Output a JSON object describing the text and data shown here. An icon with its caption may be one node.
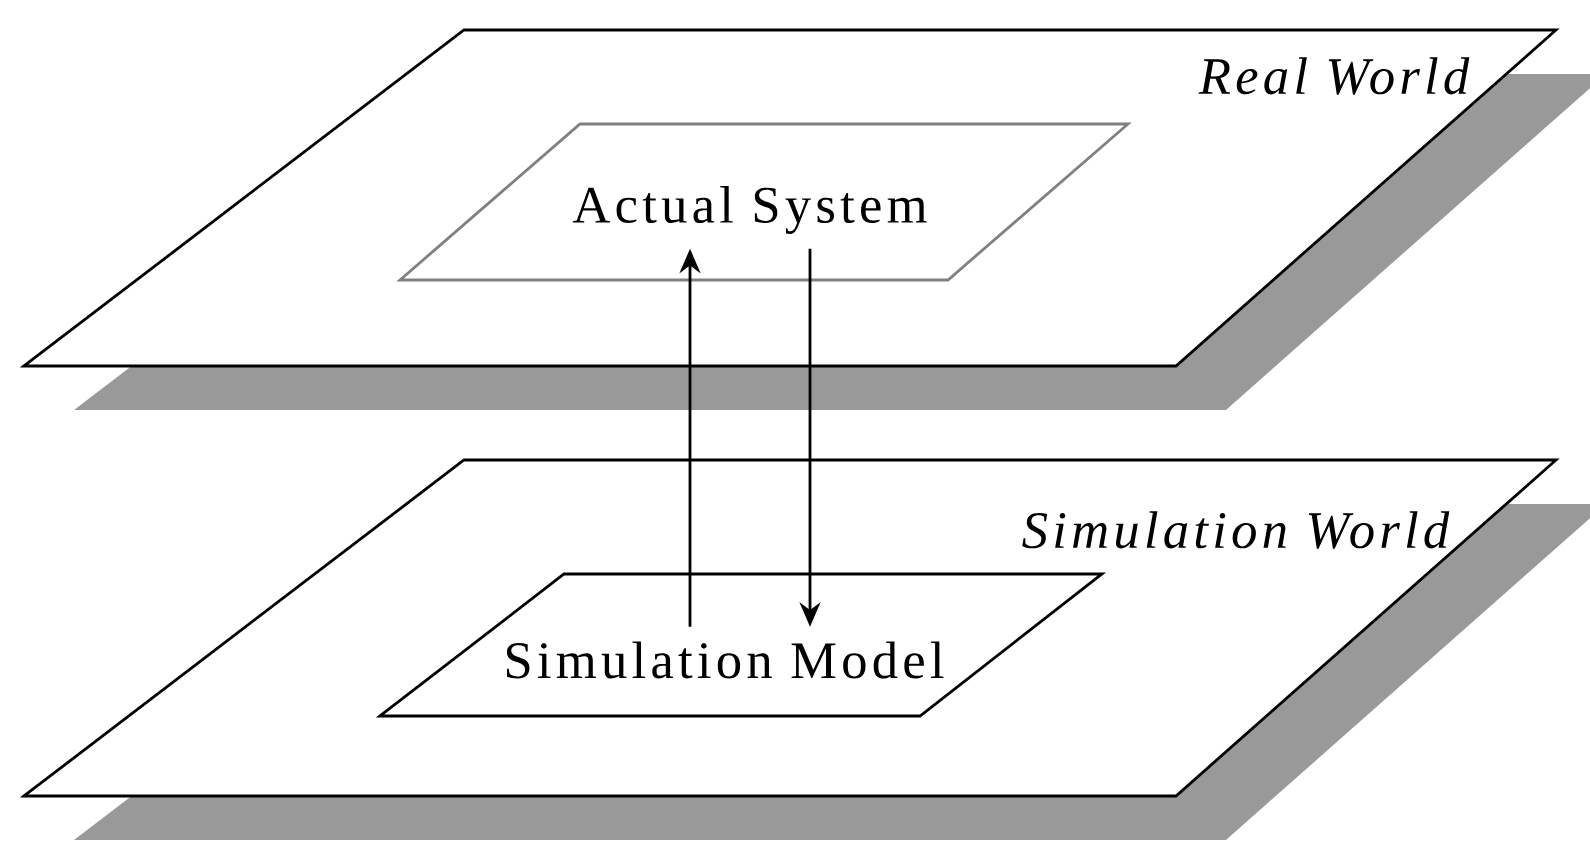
{
  "diagram": {
    "nodes": [
      {
        "text": [
          "Real World"
        ]
      },
      {
        "text": [
          "Actual System"
        ],
        "in": 0
      },
      {
        "text": [
          "Simulation World"
        ]
      },
      {
        "text": [
          "Simulation Model"
        ],
        "in": 2
      }
    ],
    "edges": [
      {
        "from": 3,
        "to": 1,
        "arrow": "to"
      },
      {
        "from": 1,
        "to": 3,
        "arrow": "to"
      }
    ]
  }
}
